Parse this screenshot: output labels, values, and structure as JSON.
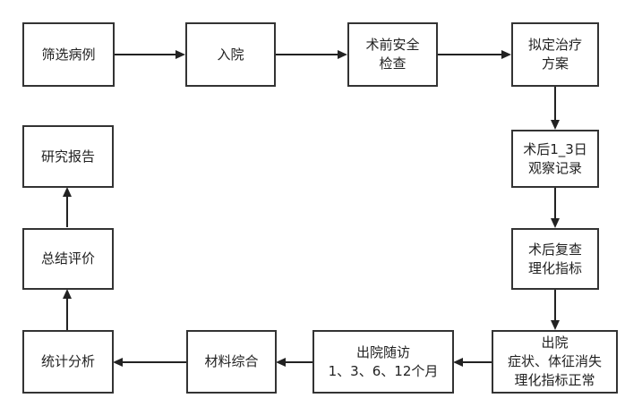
{
  "nodes": {
    "screen_cases": "筛选病例",
    "admission": "入院",
    "preop_safety_check": "术前安全\n检查",
    "treatment_plan": "拟定治疗\n方案",
    "postop_observation": "术后1_3日\n观察记录",
    "postop_recheck": "术后复查\n理化指标",
    "discharge": "出院\n症状、体征消失\n理化指标正常",
    "followup": "出院随访\n1、3、6、12个月",
    "material_synthesis": "材料综合",
    "statistical_analysis": "统计分析",
    "summary_evaluation": "总结评价",
    "research_report": "研究报告"
  }
}
